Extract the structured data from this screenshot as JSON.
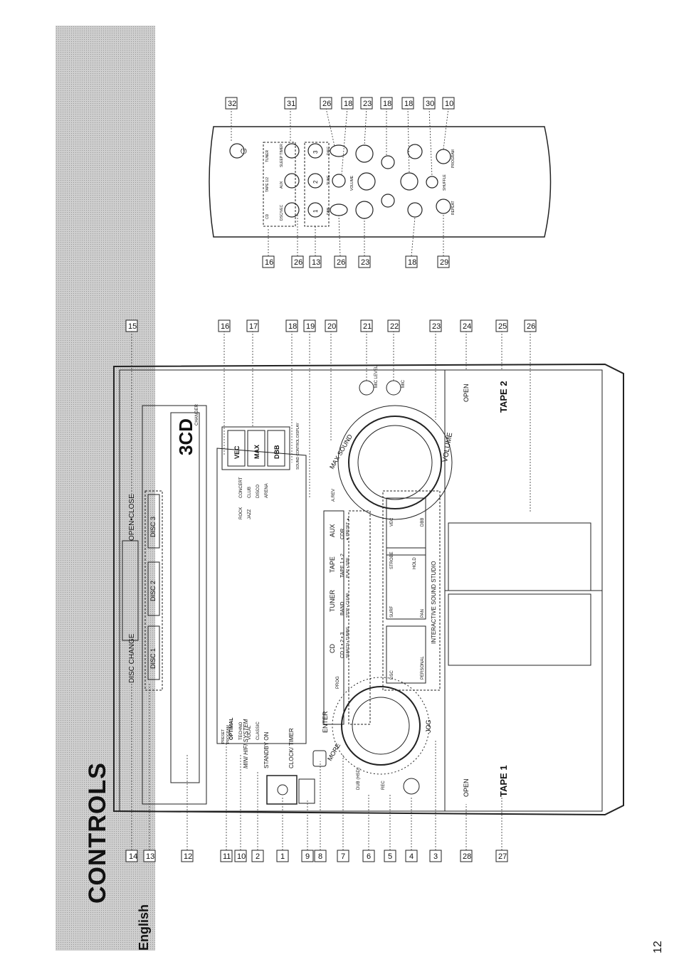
{
  "header": {
    "title": "CONTROLS",
    "language": "English",
    "page_number": "12"
  },
  "unit": {
    "top_labels": [
      "DISC CHANGE",
      "OPEN•CLOSE"
    ],
    "disc_labels": [
      "DISC 1",
      "DISC 2",
      "DISC 3"
    ],
    "brand": "3CD",
    "brand_sub": "CHANGER",
    "system_name": "MINI HIFI SYSTEM",
    "standby_label": "STANDBY ON",
    "clock_label": "CLOCK/ TIMER",
    "prog_label": "PROG",
    "more_label": "MORE",
    "enter_label": "ENTER",
    "jog_label": "JOG",
    "dub_label": "DUB (HSD)",
    "rec_label": "REC",
    "source_buttons": [
      "CD",
      "TUNER",
      "TAPE",
      "AUX"
    ],
    "source_sublabels": [
      "CD 1 • 2 • 3",
      "BAND",
      "TAPE 1 • 2",
      "CDR"
    ],
    "transport_sublabels": [
      "SEARCH • TUNING",
      "STOP • CLEAR",
      "PLAY • SIDE",
      "▼ PRESET ▲"
    ],
    "arev_label": "A.REV",
    "sound_buttons": [
      "VEC",
      "MAX",
      "DBB"
    ],
    "sound_display_label": "SOUND CONTROL DISPLAY",
    "max_sound_label": "MAX SOUND",
    "volume_label": "VOLUME",
    "mic_level_label": "MIC LEVEL",
    "mic_label": "MIC",
    "studio_buttons": [
      "DSC",
      "PERSONAL",
      "SURF",
      "PAN",
      "STROBE",
      "HOLD",
      "VEC",
      "DBB"
    ],
    "studio_label": "INTERACTIVE SOUND STUDIO",
    "open_label": "OPEN",
    "tape1_label": "TAPE 1",
    "tape2_label": "TAPE 2",
    "display_words": [
      "OPTIMAL",
      "TECHNO",
      "VOCAL",
      "CLASSIC",
      "ROCK",
      "JAZZ",
      "CONCERT",
      "CLUB",
      "DISCO",
      "ARENA",
      "PRESET",
      "PROGRAM"
    ]
  },
  "remote": {
    "buttons": [
      "CD",
      "TAPE 1/2",
      "TUNER",
      "DSC/VEC",
      "AUX",
      "SLEEP TIMER",
      "1",
      "2",
      "3",
      "DBB",
      "TUNE",
      "DISC",
      "VOLUME",
      "SHUFFLE",
      "REPEAT",
      "PROGRAM"
    ],
    "power_symbol": "⏻"
  },
  "callouts": {
    "left": [
      "14",
      "13",
      "12",
      "11",
      "10",
      "2",
      "1",
      "9",
      "8",
      "7",
      "6",
      "5",
      "4",
      "3",
      "28",
      "27"
    ],
    "right": [
      "15",
      "16",
      "17",
      "18",
      "19",
      "20",
      "21",
      "22",
      "23",
      "24",
      "25",
      "26"
    ],
    "remote_top": [
      "32",
      "31",
      "26",
      "18",
      "23",
      "18",
      "18",
      "30",
      "10"
    ],
    "remote_bottom": [
      "16",
      "26",
      "13",
      "26",
      "23",
      "18",
      "29"
    ]
  }
}
